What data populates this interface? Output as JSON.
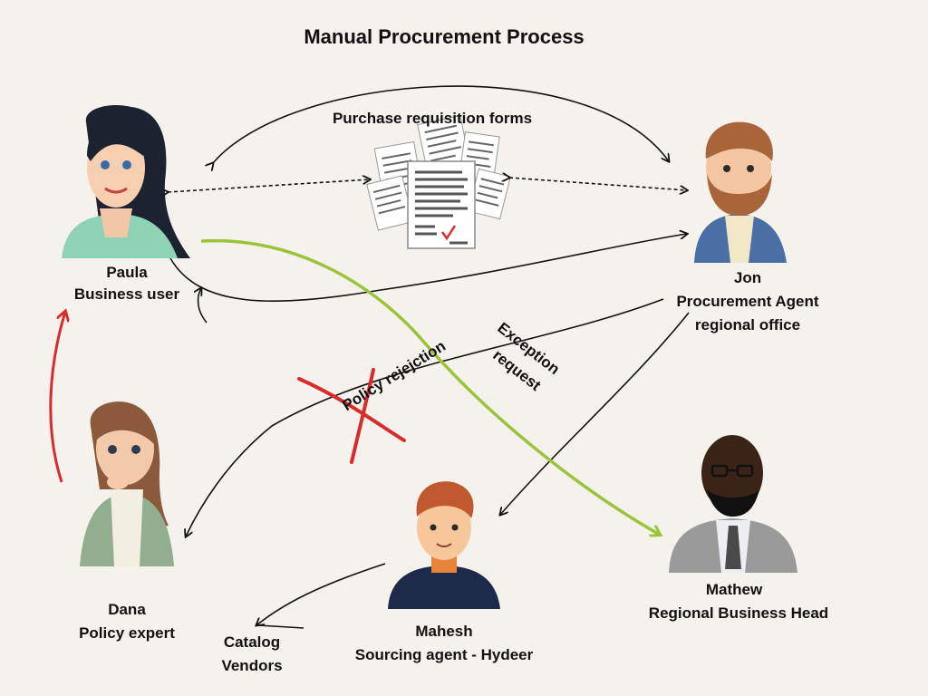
{
  "title": "Manual Procurement Process",
  "forms_label": "Purchase requisition forms",
  "people": {
    "paula": {
      "name": "Paula",
      "role": "Business user"
    },
    "jon": {
      "name": "Jon",
      "role": "Procurement Agent",
      "role2": "regional office"
    },
    "dana": {
      "name": "Dana",
      "role": "Policy expert"
    },
    "mahesh": {
      "name": "Mahesh",
      "role": "Sourcing agent - Hydeer"
    },
    "mathew": {
      "name": "Mathew",
      "role": "Regional Business Head"
    }
  },
  "catalog": {
    "line1": "Catalog",
    "line2": "Vendors"
  },
  "annotations": {
    "policy_rejection": "Policy rejejction",
    "exception_line1": "Exception",
    "exception_line2": "request"
  },
  "colors": {
    "background": "#f5f2ee",
    "arrow": "#111111",
    "green_arrow": "#9bc43a",
    "red_arrow": "#d92b2b"
  }
}
